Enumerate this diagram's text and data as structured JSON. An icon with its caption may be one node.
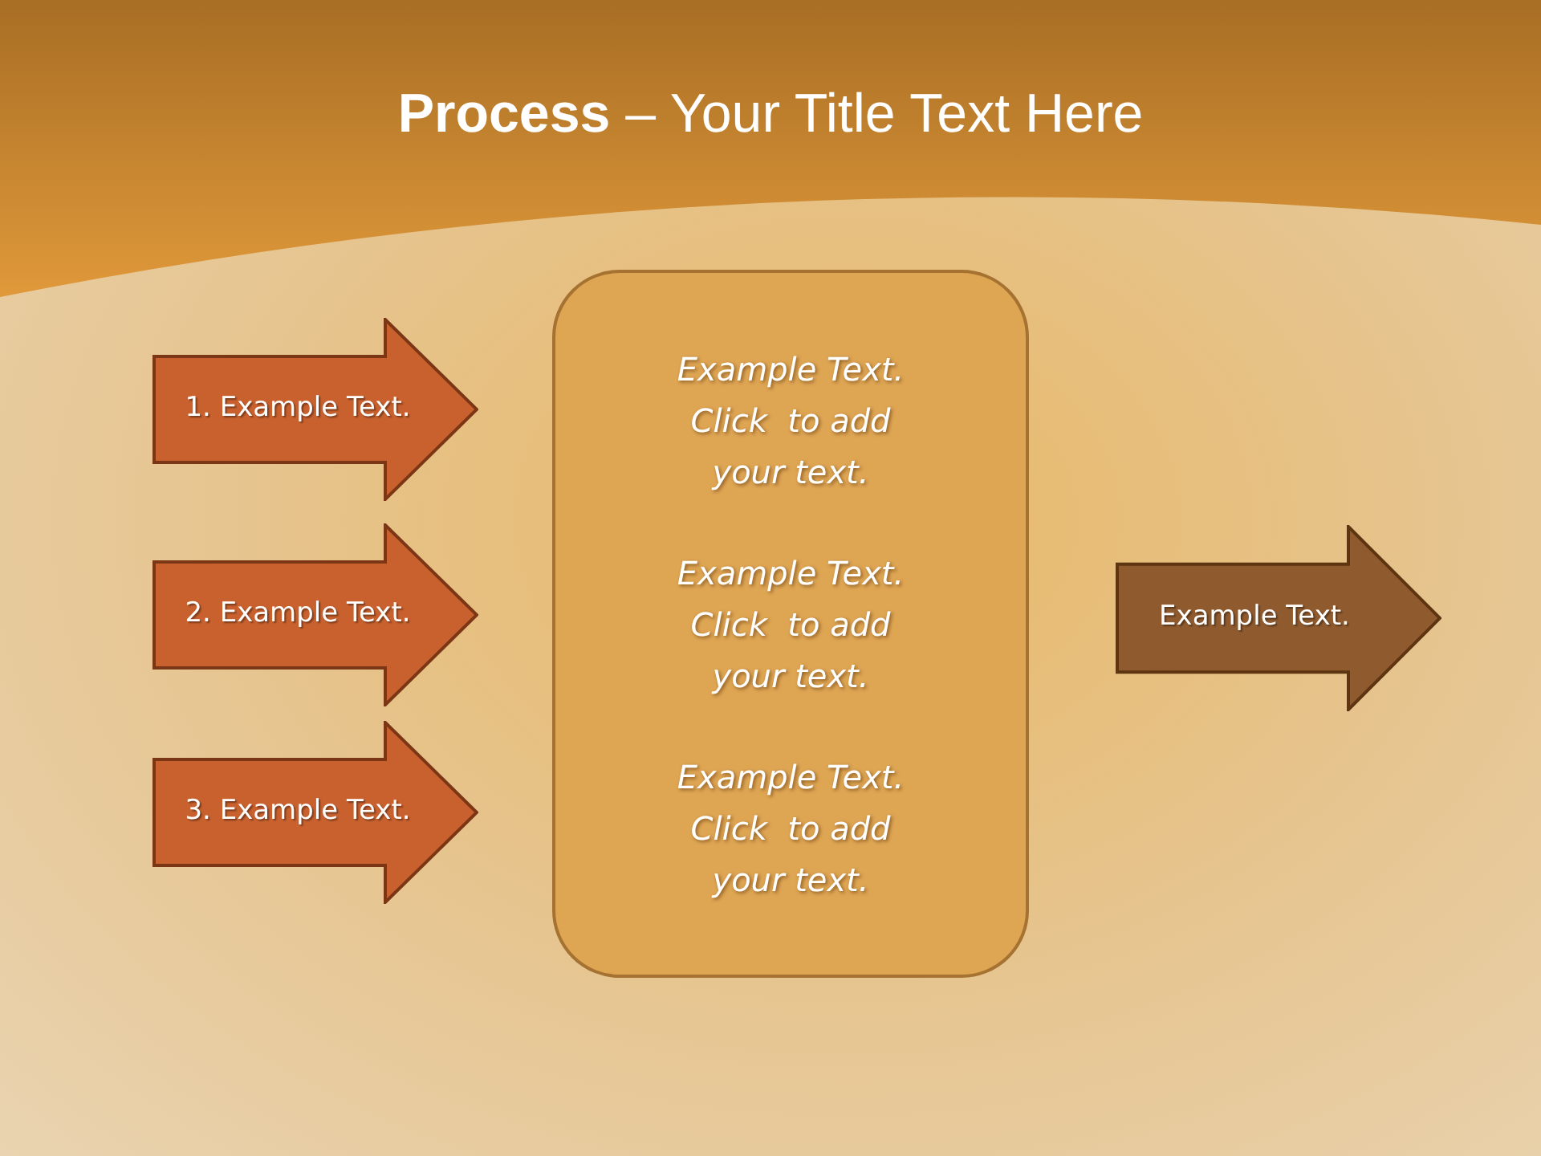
{
  "diagram": {
    "title": "**Process** – Your Title Text Here",
    "nodes": [
      {
        "text": [
          "1. Example Text."
        ]
      },
      {
        "text": [
          "2. Example Text."
        ]
      },
      {
        "text": [
          "3. Example Text."
        ]
      },
      {
        "text": [
          "Example Text. Click  to add your text.",
          "Example Text. Click  to add your text.",
          "Example Text. Click  to add your text."
        ]
      },
      {
        "text": [
          "Example Text."
        ]
      }
    ]
  }
}
